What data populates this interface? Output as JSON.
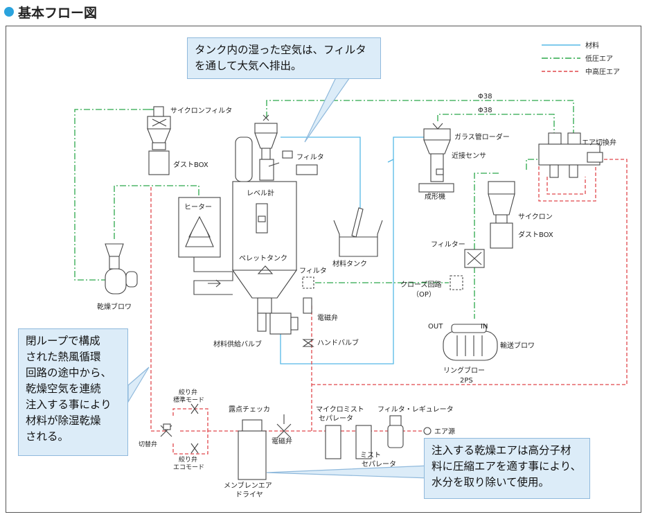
{
  "header": {
    "title": "基本フロー図"
  },
  "legend": [
    {
      "label": "材料",
      "color": "#55b8e6",
      "style": "solid"
    },
    {
      "label": "低圧エア",
      "color": "#2ba84a",
      "style": "dashdot"
    },
    {
      "label": "中高圧エア",
      "color": "#e0464a",
      "style": "dashed"
    }
  ],
  "callouts": {
    "top": [
      "タンク内の湿った空気は、フィルタ",
      "を通して大気へ排出。"
    ],
    "left": [
      "閉ループで構成",
      "された熱風循環",
      "回路の途中から、",
      "乾燥空気を連続",
      "注入する事により",
      "材料が除湿乾燥",
      "される。"
    ],
    "bottom": [
      "注入する乾燥エアは高分子材",
      "料に圧縮エアを適す事により、",
      "水分を取り除いて使用。"
    ]
  },
  "labels": {
    "cyclone_filter": "サイクロンフィルタ",
    "dust_box": "ダストBOX",
    "heater": "ヒーター",
    "dry_blower": "乾燥ブロワ",
    "level_meter": "レベル計",
    "pellet_tank": "ペレットタンク",
    "filter_top": "フィルタ",
    "material_tank": "材料タンク",
    "phi38_a": "Φ38",
    "phi38_b": "Φ38",
    "glass_loader": "ガラス管ローダー",
    "proximity_sensor": "近接センサ",
    "molding_machine": "成形機",
    "air_switch_valve": "エア切換弁",
    "cyclone": "サイクロン",
    "cyclone_dust_box": "ダストBOX",
    "filter_mid": "フィルター",
    "filter_small": "フィルタ",
    "closed_circuit": "クローズ回路",
    "closed_circuit_op": "（OP）",
    "solenoid_valve": "電磁弁",
    "hand_valve": "ハンドバルブ",
    "material_feed_valve": "材料供給バルブ",
    "out": "OUT",
    "in": "IN",
    "transport_blower": "輸送ブロワ",
    "ring_blower": "リングブロー",
    "ring_blower_2ps": "2PS",
    "throttle_std": "絞り弁",
    "throttle_std_mode": "標準モード",
    "throttle_eco": "絞り弁",
    "throttle_eco_mode": "エコモード",
    "switch_valve": "切替弁",
    "dew_checker": "露点チェッカ",
    "solenoid_valve_bottom": "電磁弁",
    "membrane_dryer_1": "メンブレンエア",
    "membrane_dryer_2": "ドライヤ",
    "micro_mist_1": "マイクロミスト",
    "micro_mist_2": "セパレータ",
    "mist_sep_1": "ミスト",
    "mist_sep_2": "セパレータ",
    "filter_regulator": "フィルタ・レギュレータ",
    "air_source": "エア源"
  }
}
